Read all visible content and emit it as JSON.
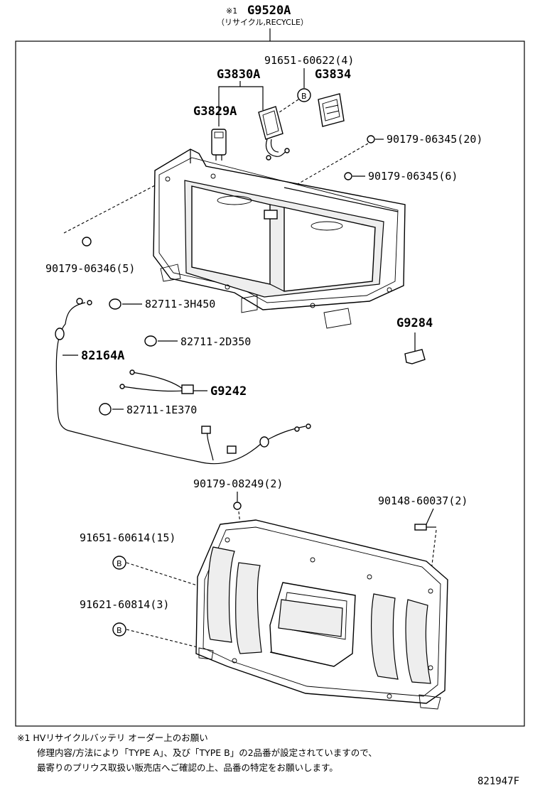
{
  "header": {
    "mark": "※1",
    "part_number": "G9520A",
    "subtitle": "（リサイクル,RECYCLE）"
  },
  "labels": {
    "p91651_60622": "91651-60622(4)",
    "g3830a": "G3830A",
    "g3834": "G3834",
    "g3829a": "G3829A",
    "p90179_06345_20": "90179-06345(20)",
    "p90179_06345_6": "90179-06345(6)",
    "p90179_06346_5": "90179-06346(5)",
    "p82711_3h450": "82711-3H450",
    "p82711_2d350": "82711-2D350",
    "p82164a": "82164A",
    "g9284": "G9284",
    "g9242": "G9242",
    "p82711_1e370": "82711-1E370",
    "p90179_08249_2": "90179-08249(2)",
    "p90148_60037_2": "90148-60037(2)",
    "p91651_60614_15": "91651-60614(15)",
    "p91621_60814_3": "91621-60814(3)",
    "callout_b": "B"
  },
  "footnote": {
    "line1": "※1 HVリサイクルバッテリ オーダー上のお願い",
    "line2": "修理内容/方法により「TYPE A」、及び「TYPE B」の2品番が設定されていますので、",
    "line3": "最寄りのプリウス取扱い販売店へご確認の上、品番の特定をお願いします。"
  },
  "diagram_ref": "821947F"
}
